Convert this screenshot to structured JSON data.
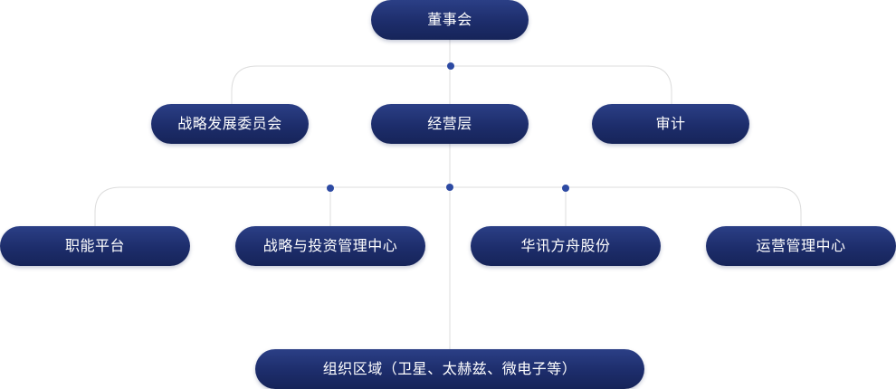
{
  "org_chart": {
    "board": "董事会",
    "level2": {
      "strategy_committee": "战略发展委员会",
      "management": "经营层",
      "audit": "审计"
    },
    "level3": {
      "functional_platform": "职能平台",
      "strategy_investment_center": "战略与投资管理中心",
      "huaxun_fangzhou": "华讯方舟股份",
      "operations_center": "运营管理中心"
    },
    "level4": {
      "org_regions": "组织区域（卫星、太赫兹、微电子等）"
    }
  },
  "colors": {
    "node_fill": "#1d2d6b",
    "node_text": "#ffffff",
    "connector": "#dcdcdc",
    "dot": "#2d4aa3"
  }
}
